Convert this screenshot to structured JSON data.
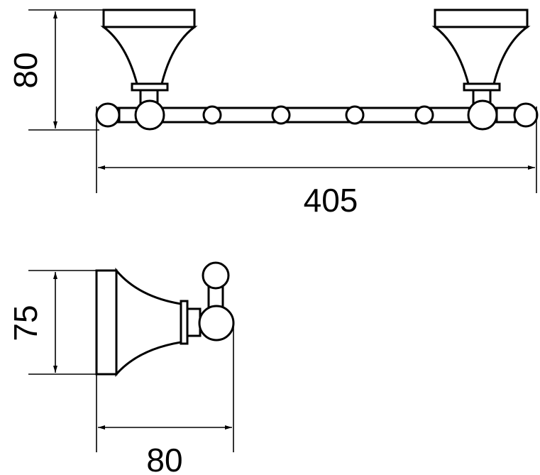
{
  "front_view": {
    "height_label": "80",
    "width_label": "405"
  },
  "side_view": {
    "height_label": "75",
    "depth_label": "80"
  },
  "colors": {
    "line": "#000000",
    "background": "#ffffff"
  }
}
